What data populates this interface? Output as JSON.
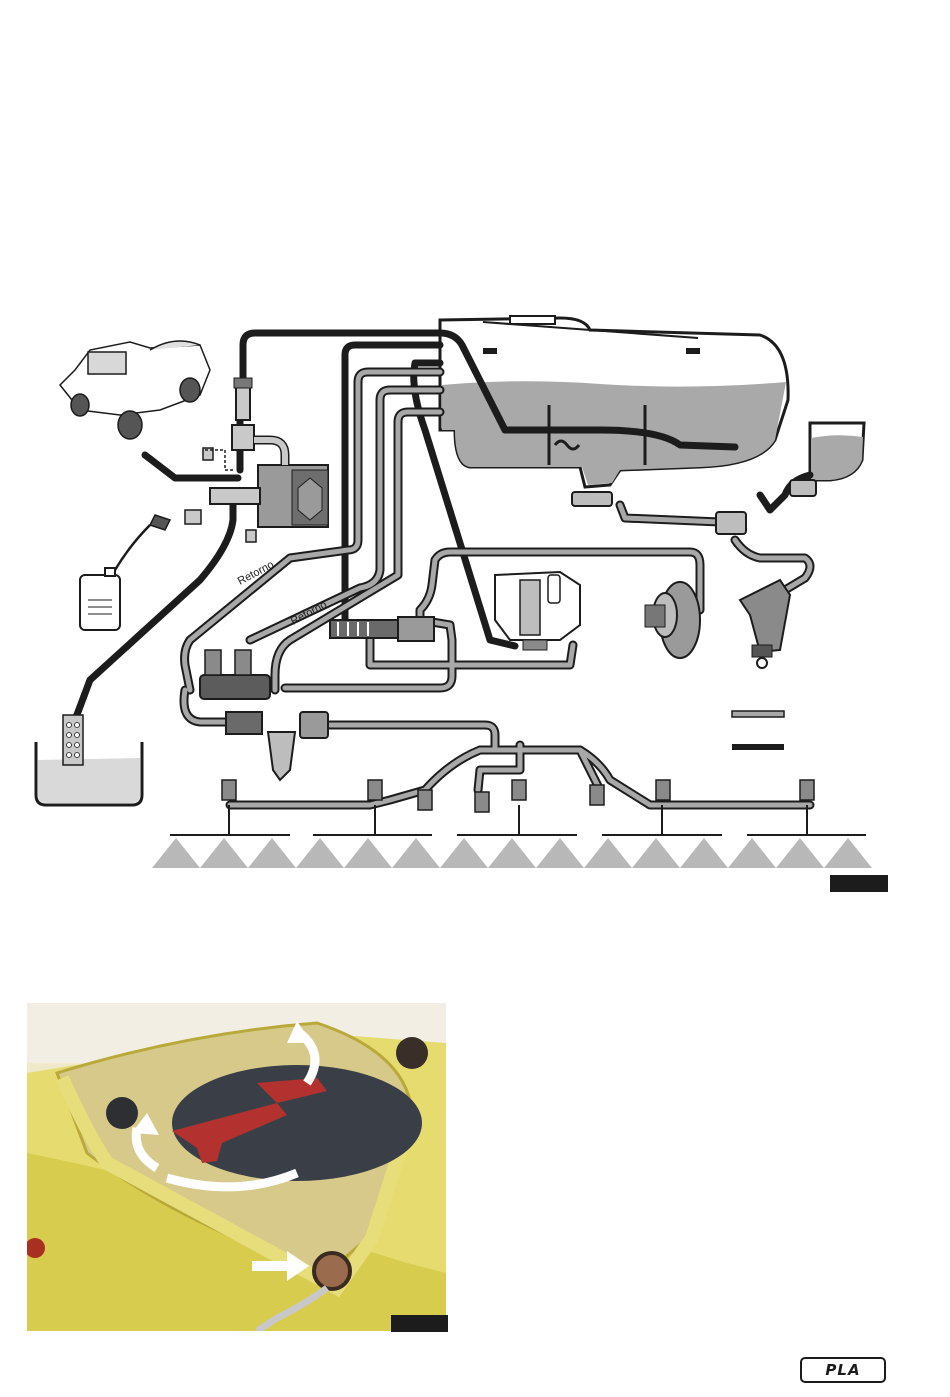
{
  "diagram": {
    "return_label_1": "Retorno",
    "return_label_2": "Retorno",
    "legend": {
      "light_line_color": "#a8a8a8",
      "dark_line_color": "#1c1c1c"
    },
    "colors": {
      "tank_fill": "#a9a9a9",
      "pipe_light": "#a8a8a8",
      "pipe_dark": "#1c1c1c",
      "spray": "#b8b8b8"
    }
  },
  "photo": {
    "description_icons": [
      "tank-lid-icon",
      "rotate-arrow-icon",
      "inlet-arrow-icon"
    ]
  },
  "brand": {
    "logo_text": "PLA"
  }
}
